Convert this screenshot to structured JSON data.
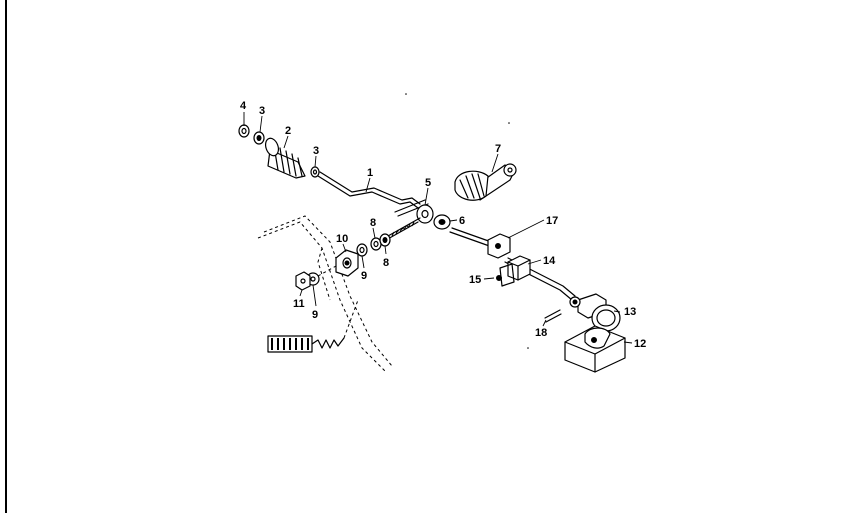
{
  "diagram": {
    "callouts": [
      {
        "id": "c1",
        "label": "1"
      },
      {
        "id": "c2",
        "label": "2"
      },
      {
        "id": "c3a",
        "label": "3"
      },
      {
        "id": "c3b",
        "label": "3"
      },
      {
        "id": "c4",
        "label": "4"
      },
      {
        "id": "c5",
        "label": "5"
      },
      {
        "id": "c6",
        "label": "6"
      },
      {
        "id": "c7",
        "label": "7"
      },
      {
        "id": "c8a",
        "label": "8"
      },
      {
        "id": "c8b",
        "label": "8"
      },
      {
        "id": "c9a",
        "label": "9"
      },
      {
        "id": "c9b",
        "label": "9"
      },
      {
        "id": "c10",
        "label": "10"
      },
      {
        "id": "c11",
        "label": "11"
      },
      {
        "id": "c12",
        "label": "12"
      },
      {
        "id": "c13",
        "label": "13"
      },
      {
        "id": "c14",
        "label": "14"
      },
      {
        "id": "c15",
        "label": "15"
      },
      {
        "id": "c17",
        "label": "17"
      },
      {
        "id": "c18",
        "label": "18"
      }
    ]
  }
}
